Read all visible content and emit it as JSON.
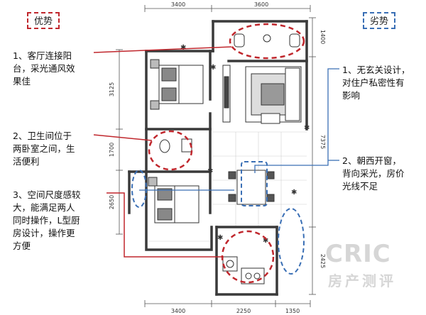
{
  "tags": {
    "advantages": "优势",
    "disadvantages": "劣势"
  },
  "dimensions": {
    "top": [
      "3400",
      "3600"
    ],
    "bottom": [
      "3400",
      "2250",
      "1350"
    ],
    "left": [
      "3125",
      "1700",
      "2650"
    ],
    "right": [
      "1400",
      "7375",
      "2425"
    ]
  },
  "annotations_left": [
    {
      "lines": [
        "1、客厅连接阳",
        "台，采光通风效",
        "果佳"
      ]
    },
    {
      "lines": [
        "2、卫生间位于",
        "两卧室之间，生",
        "活便利"
      ]
    },
    {
      "lines": [
        "3、空间尺度感较",
        "大，能满足两人",
        "同时操作，L型厨",
        "房设计，操作更",
        "方便"
      ]
    }
  ],
  "annotations_right": [
    {
      "lines": [
        "1、无玄关设计，",
        "对住户私密性有",
        "影响"
      ]
    },
    {
      "lines": [
        "2、朝西开窗，",
        "背向采光，房价",
        "光线不足"
      ]
    }
  ],
  "watermark": {
    "main": "CRIC",
    "sub": "房产测评"
  },
  "colors": {
    "advantage": "#c0272d",
    "disadvantage": "#3a6fb5",
    "wall": "#3a3a3a"
  }
}
